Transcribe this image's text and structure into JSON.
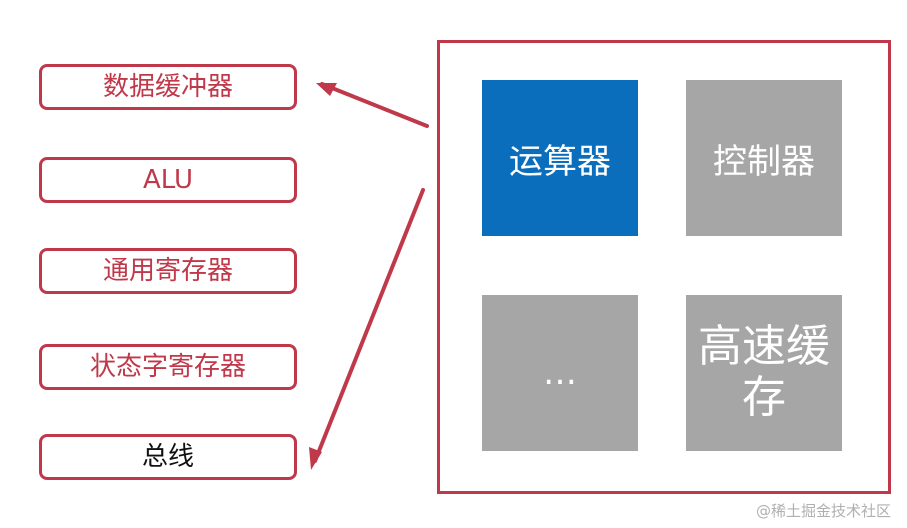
{
  "left_items": [
    {
      "label": "数据缓冲器",
      "text_color": "#c0394b"
    },
    {
      "label": "ALU",
      "text_color": "#c0394b"
    },
    {
      "label": "通用寄存器",
      "text_color": "#c0394b"
    },
    {
      "label": "状态字寄存器",
      "text_color": "#c0394b"
    },
    {
      "label": "总线",
      "text_color": "#111111"
    }
  ],
  "tiles": [
    {
      "label": "运算器",
      "color": "#0a6ebd"
    },
    {
      "label": "控制器",
      "color": "#a6a6a6"
    },
    {
      "label": "…",
      "color": "#a6a6a6"
    },
    {
      "label": "高速缓存",
      "color": "#a6a6a6"
    }
  ],
  "watermark": "@稀土掘金技术社区",
  "colors": {
    "border": "#c0394b",
    "arrow": "#c0394b"
  }
}
